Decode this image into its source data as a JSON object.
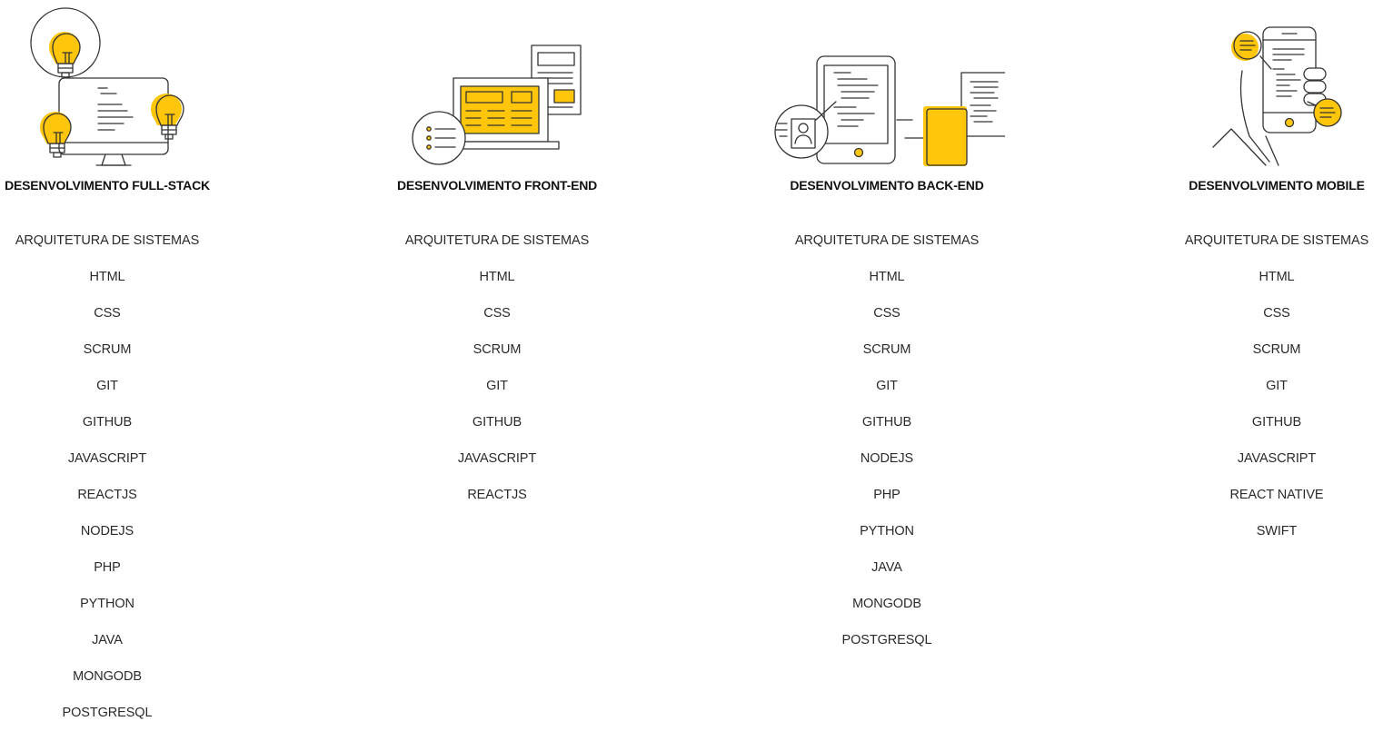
{
  "colors": {
    "accent": "#FFC60B",
    "line": "#333333",
    "text": "#222222"
  },
  "sections": [
    {
      "icon": "lightbulbs-monitor-icon",
      "title": "DESENVOLVIMENTO FULL-STACK",
      "skills": [
        "ARQUITETURA DE SISTEMAS",
        "HTML",
        "CSS",
        "SCRUM",
        "GIT",
        "GITHUB",
        "JAVASCRIPT",
        "REACTJS",
        "NODEJS",
        "PHP",
        "PYTHON",
        "JAVA",
        "MONGODB",
        "POSTGRESQL"
      ]
    },
    {
      "icon": "laptop-layout-icon",
      "title": "DESENVOLVIMENTO FRONT-END",
      "skills": [
        "ARQUITETURA DE SISTEMAS",
        "HTML",
        "CSS",
        "SCRUM",
        "GIT",
        "GITHUB",
        "JAVASCRIPT",
        "REACTJS"
      ]
    },
    {
      "icon": "tablet-documents-icon",
      "title": "DESENVOLVIMENTO BACK-END",
      "skills": [
        "ARQUITETURA DE SISTEMAS",
        "HTML",
        "CSS",
        "SCRUM",
        "GIT",
        "GITHUB",
        "NODEJS",
        "PHP",
        "PYTHON",
        "JAVA",
        "MONGODB",
        "POSTGRESQL"
      ]
    },
    {
      "icon": "hand-smartphone-icon",
      "title": "DESENVOLVIMENTO MOBILE",
      "skills": [
        "ARQUITETURA DE SISTEMAS",
        "HTML",
        "CSS",
        "SCRUM",
        "GIT",
        "GITHUB",
        "JAVASCRIPT",
        "REACT NATIVE",
        "SWIFT"
      ]
    }
  ]
}
